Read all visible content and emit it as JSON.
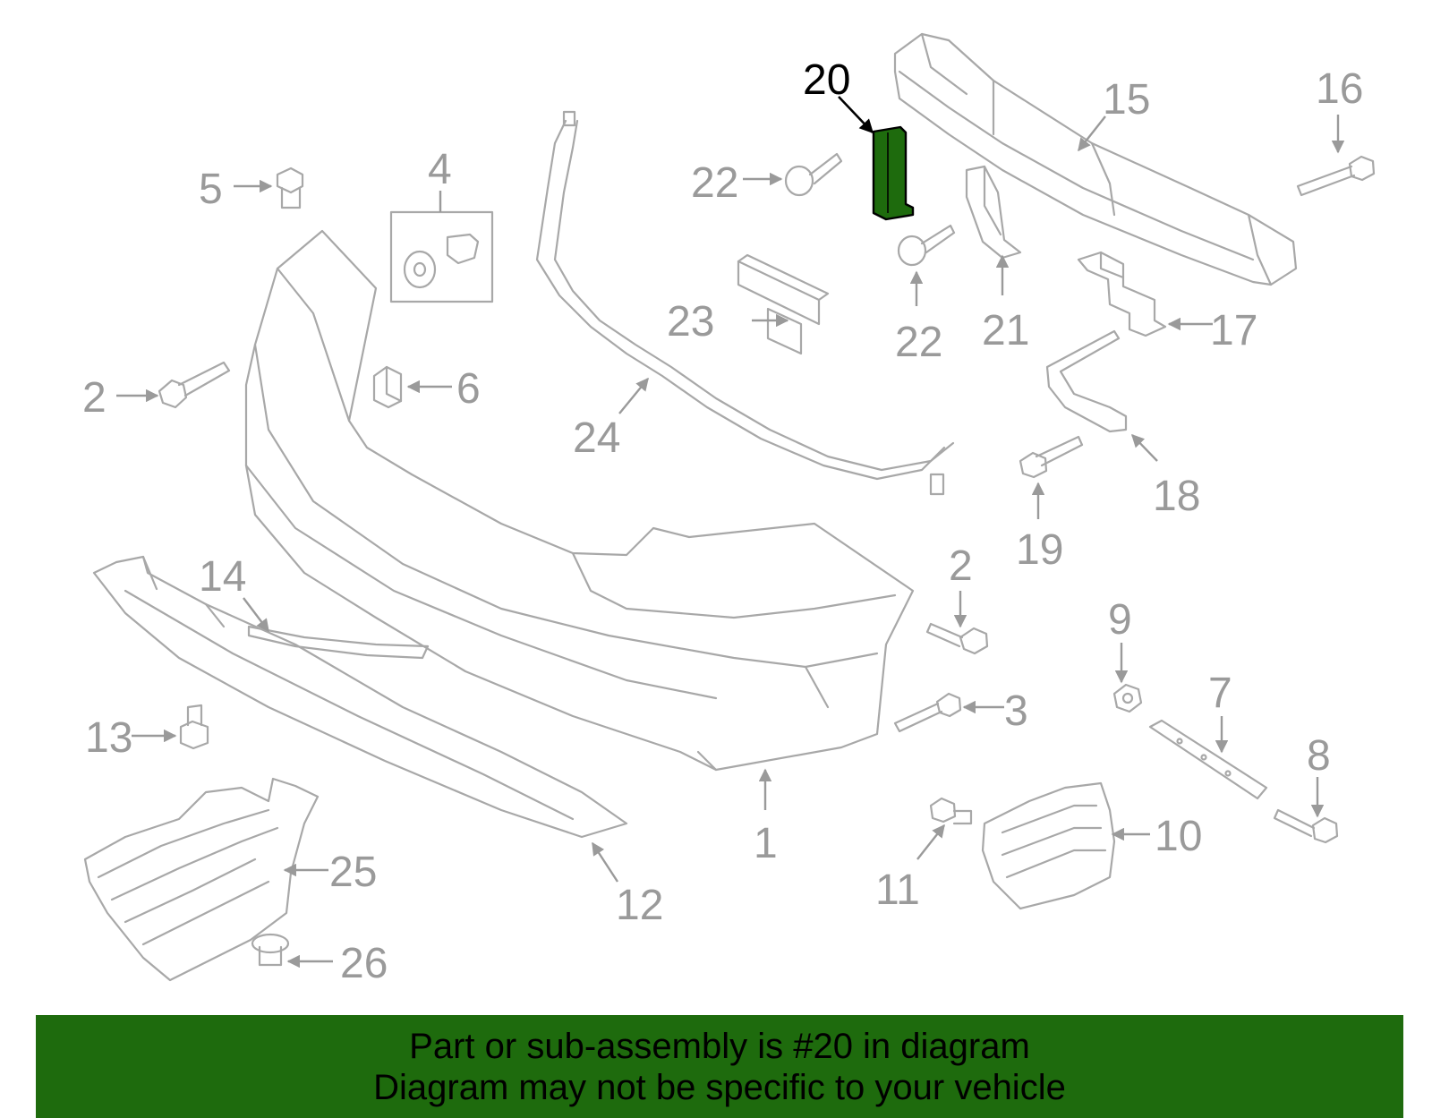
{
  "diagram": {
    "highlight_color": "#1e6b0d",
    "highlighted_part": "20",
    "callouts": {
      "c1": "1",
      "c2a": "2",
      "c2b": "2",
      "c3": "3",
      "c4": "4",
      "c5": "5",
      "c6": "6",
      "c7": "7",
      "c8": "8",
      "c9": "9",
      "c10": "10",
      "c11": "11",
      "c12": "12",
      "c13": "13",
      "c14": "14",
      "c15": "15",
      "c16": "16",
      "c17": "17",
      "c18": "18",
      "c19": "19",
      "c20": "20",
      "c21": "21",
      "c22a": "22",
      "c22b": "22",
      "c23": "23",
      "c24": "24",
      "c25": "25",
      "c26": "26"
    }
  },
  "banner": {
    "line1": "Part or sub-assembly is #20 in diagram",
    "line2": "Diagram may not be specific to your vehicle",
    "background": "#1e6b0d"
  }
}
